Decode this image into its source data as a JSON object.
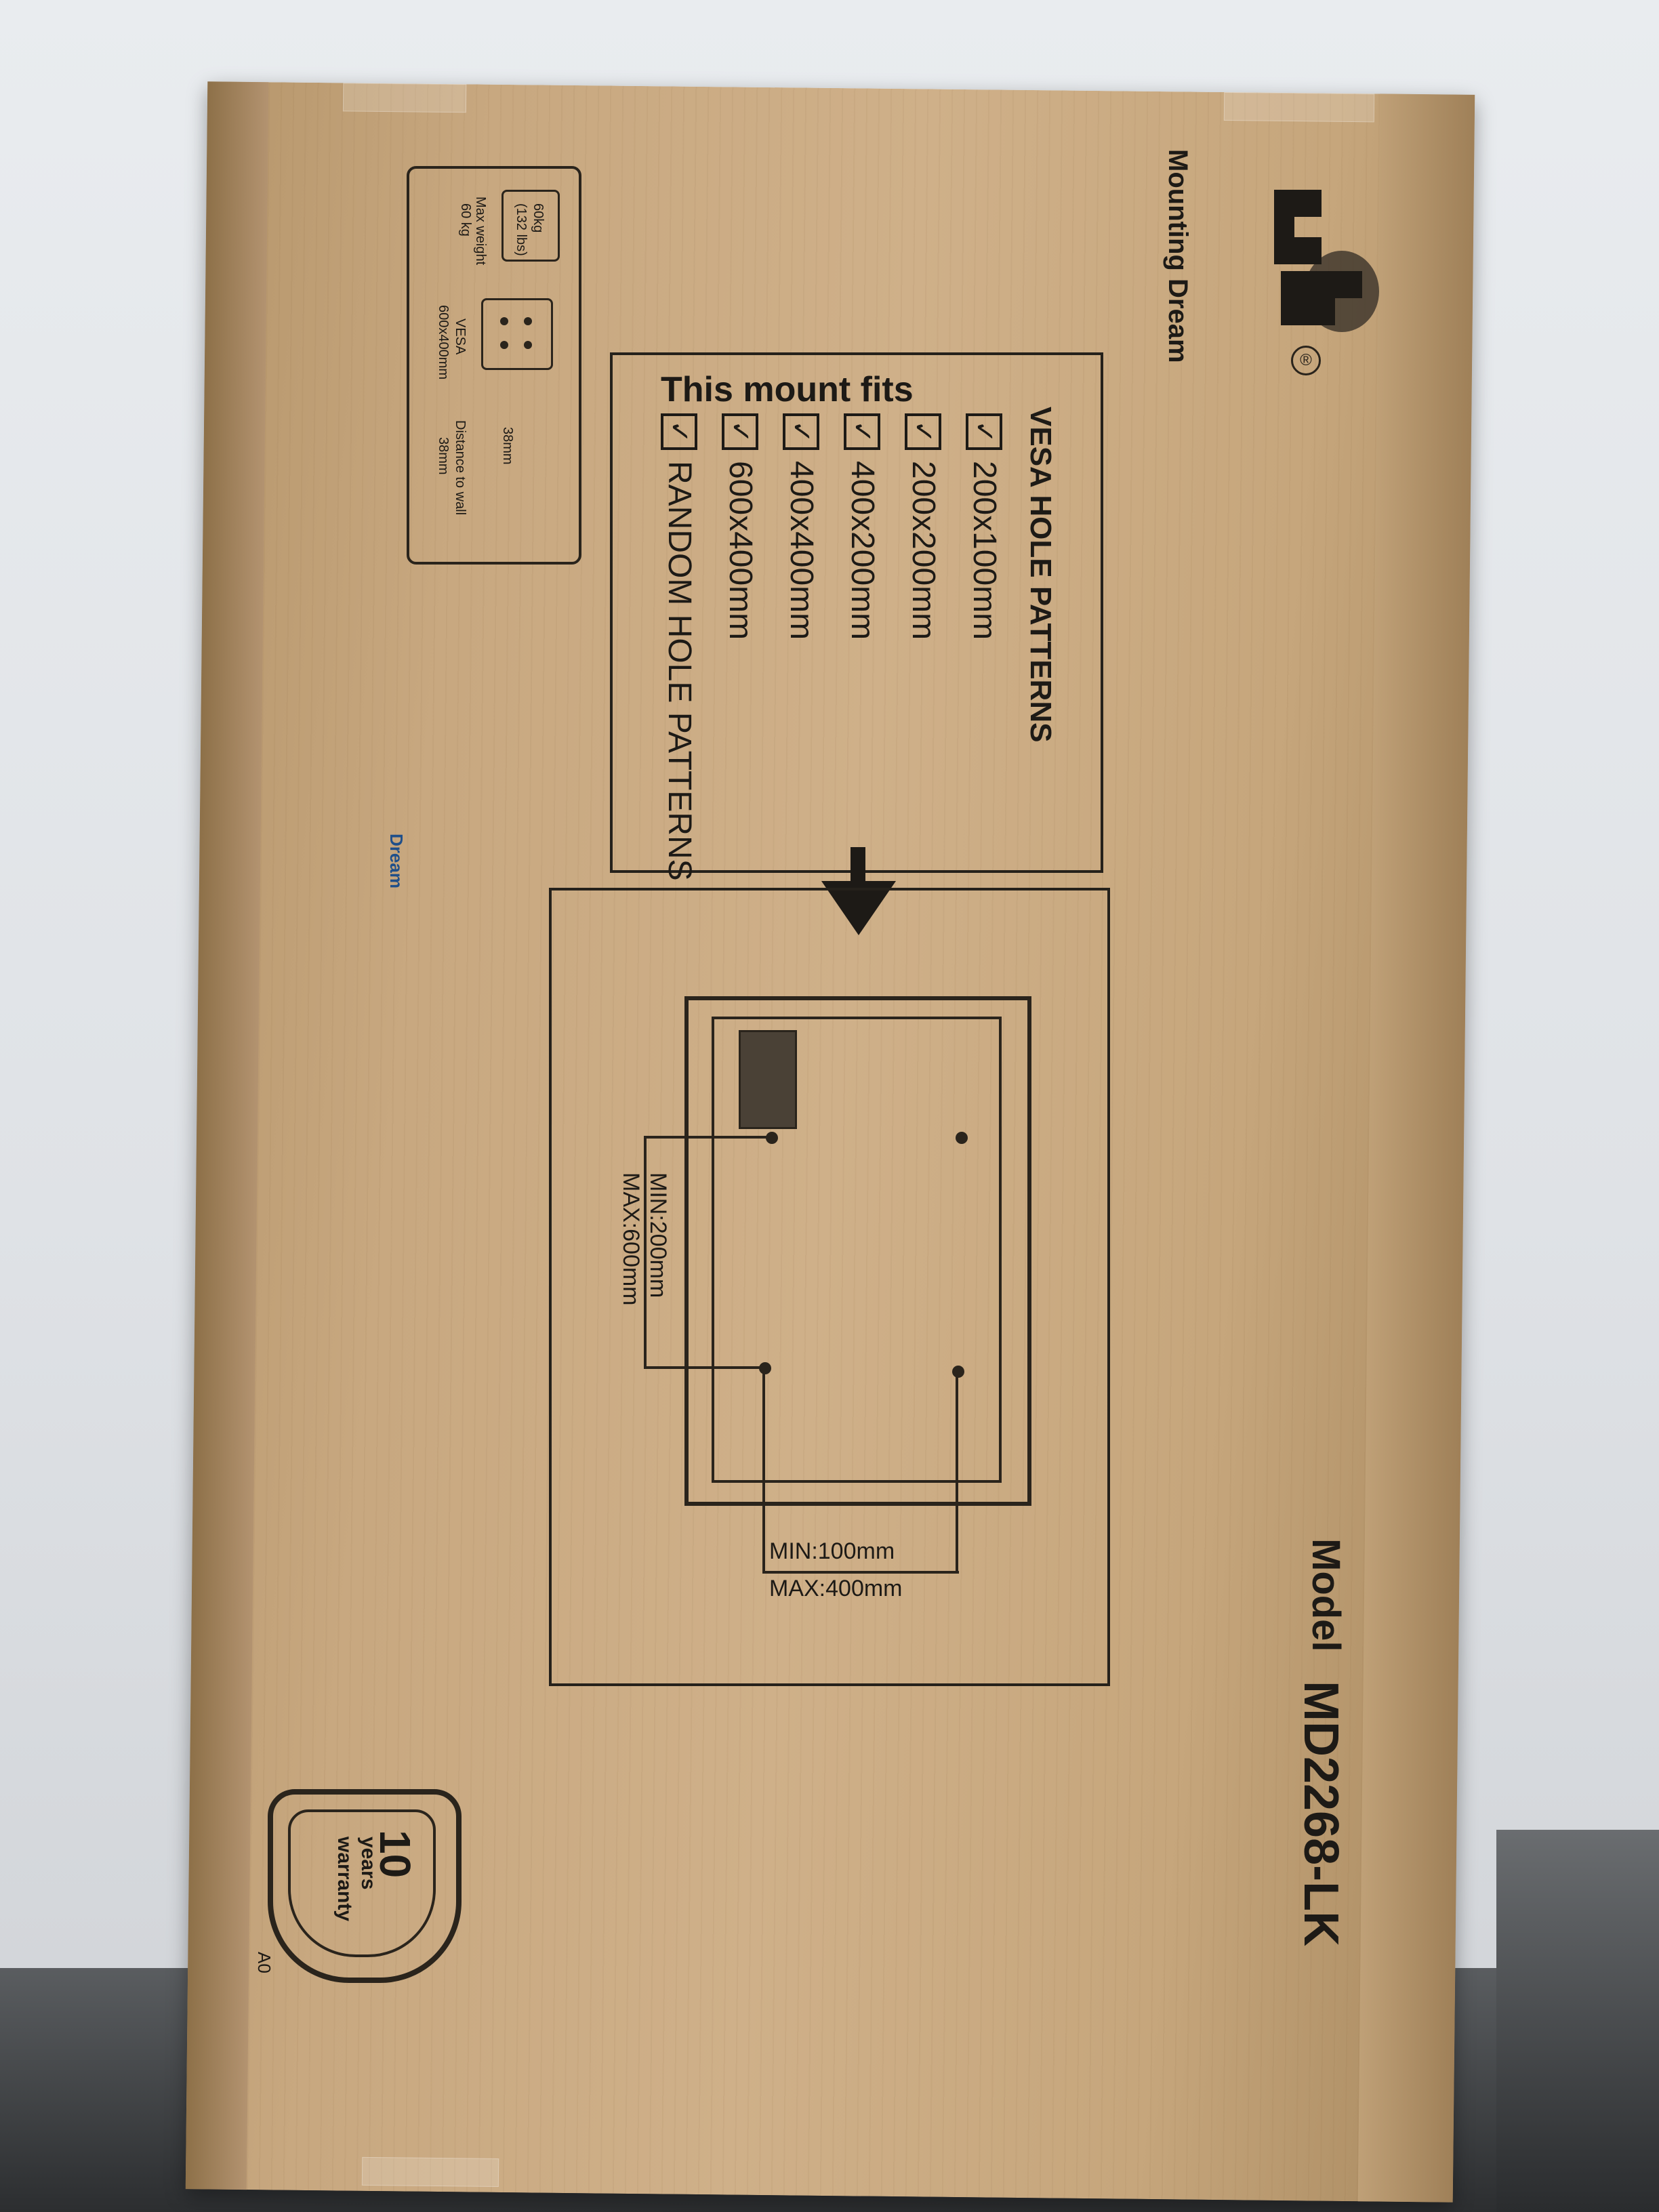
{
  "brand": {
    "name": "Mounting Dream",
    "registered_mark": "®",
    "logo_icon": "md-logo-icon"
  },
  "panel": {
    "fits_heading": "This mount fits",
    "title": "VESA HOLE PATTERNS",
    "items": [
      {
        "label": "200x100mm",
        "checked": true
      },
      {
        "label": "200x200mm",
        "checked": true
      },
      {
        "label": "400x200mm",
        "checked": true
      },
      {
        "label": "400x400mm",
        "checked": true
      },
      {
        "label": "600x400mm",
        "checked": true
      },
      {
        "label": "RANDOM HOLE PATTERNS",
        "checked": true
      }
    ],
    "check_mark": "✓"
  },
  "diagram": {
    "vertical_min": "MIN:200mm",
    "vertical_max": "MAX:600mm",
    "horizontal_min": "MIN:100mm",
    "horizontal_max": "MAX:400mm"
  },
  "info": {
    "weight_value": "60kg",
    "weight_lbs": "(132 lbs)",
    "weight_label": "Max weight",
    "weight_short": "60 kg",
    "vesa_label": "VESA",
    "vesa_value": "600x400mm",
    "wall_distance_label": "Distance to wall",
    "wall_distance_value": "38mm",
    "wall_distance_arrow": "38mm"
  },
  "model": {
    "label": "Model",
    "value": "MD2268-LK"
  },
  "warranty": {
    "number": "10",
    "text_line1": "years",
    "text_line2": "warranty",
    "code": "A0"
  },
  "side_label": "Dream",
  "colors": {
    "cardboard": "#c8a880",
    "ink": "#1d1a16",
    "side_print": "#1f4f8a"
  }
}
